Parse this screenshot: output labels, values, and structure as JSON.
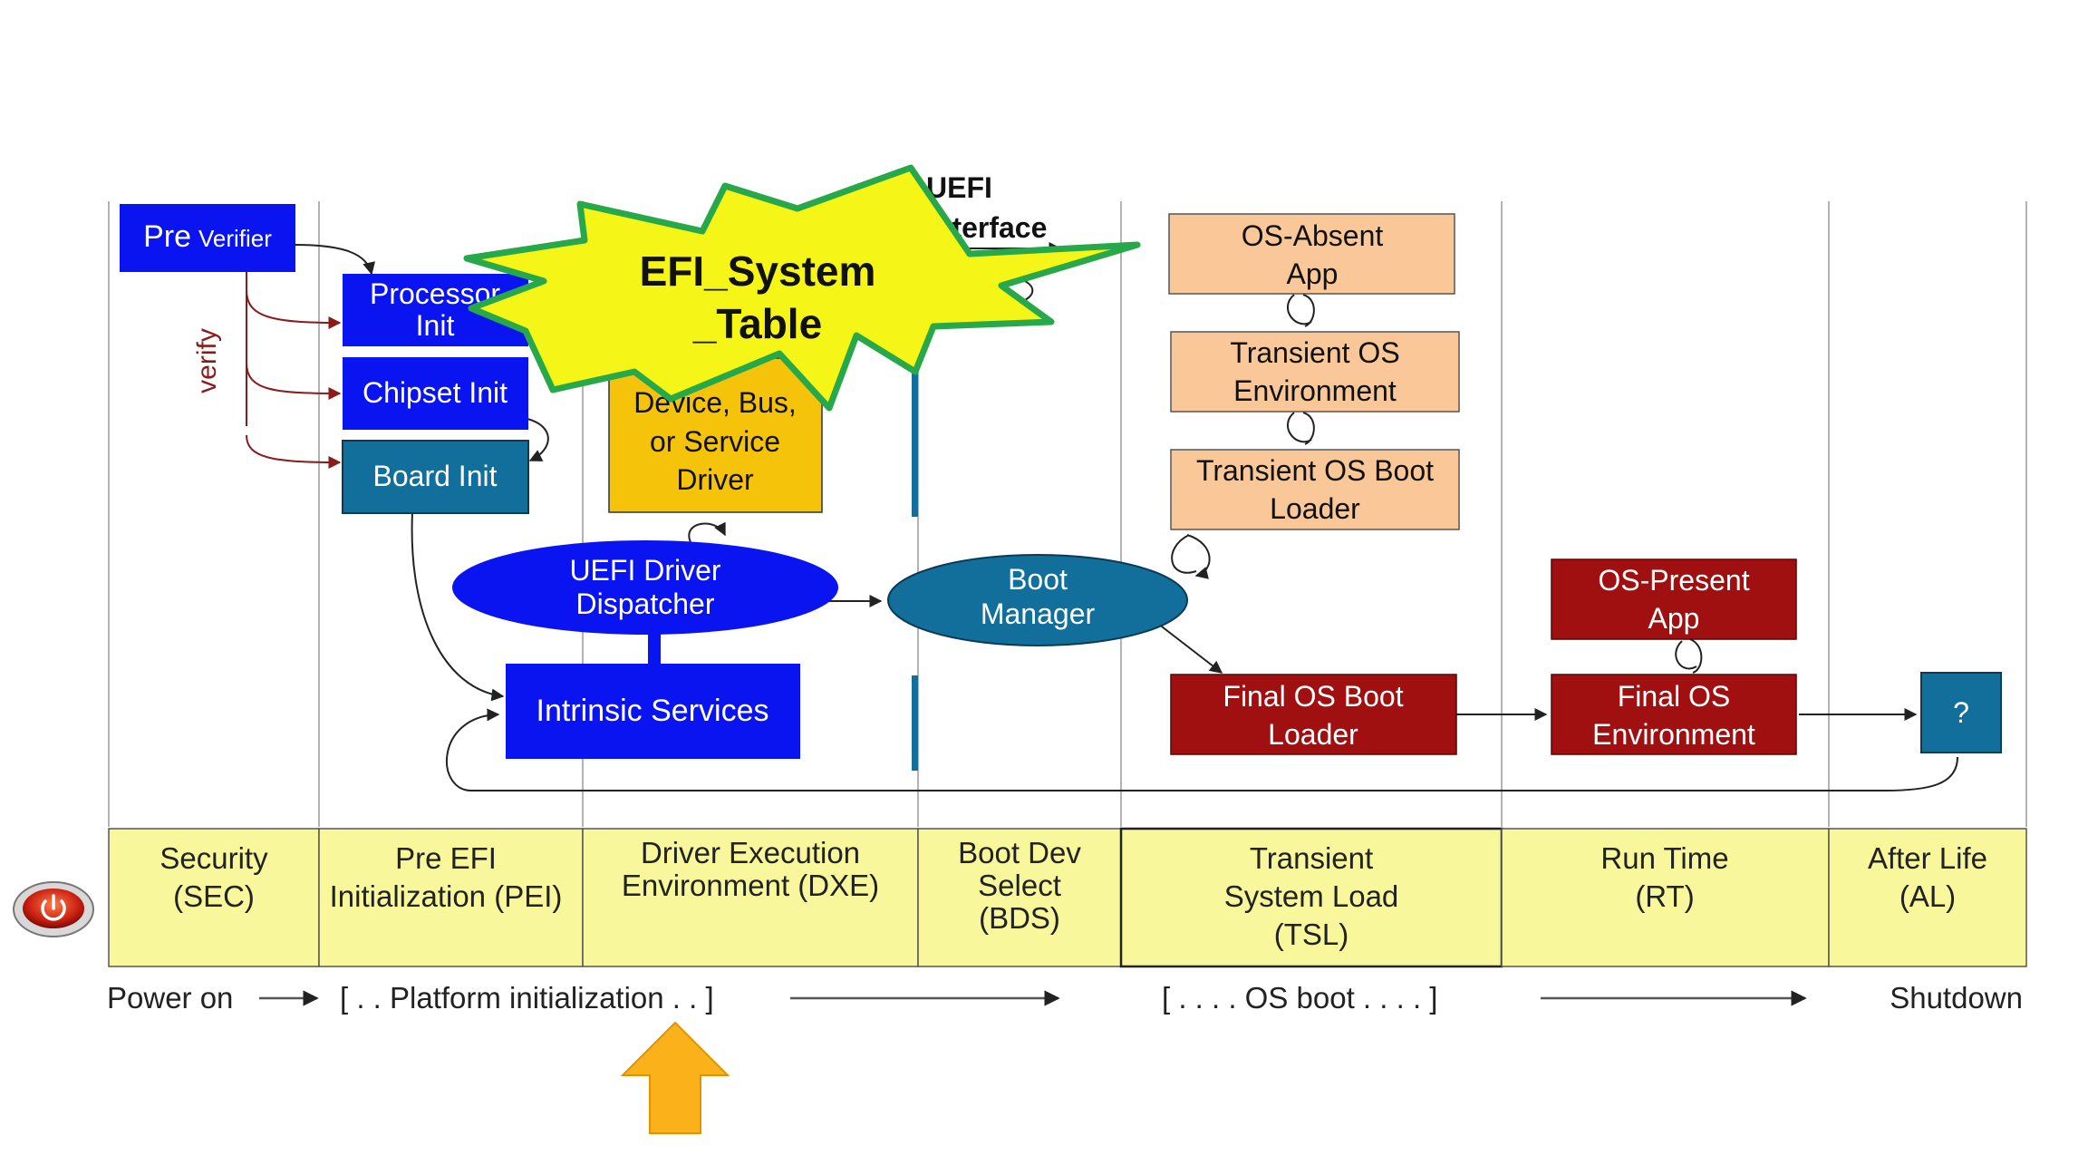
{
  "boxes": {
    "pre_verifier": {
      "big": "Pre",
      "small": "Verifier"
    },
    "verify": "verify",
    "processor_init": [
      "Processor",
      "Init"
    ],
    "chipset_init": "Chipset Init",
    "board_init": "Board Init",
    "device_driver": [
      "Device,  Bus,",
      "or Service",
      "Driver"
    ],
    "uefi_interface": [
      "UEFI",
      "Interface"
    ],
    "os_absent_app": [
      "OS-Absent",
      "App"
    ],
    "transient_os_env": [
      "Transient OS",
      "Environment"
    ],
    "transient_os_boot_loader": [
      "Transient OS Boot",
      "Loader"
    ],
    "uefi_driver_dispatcher": [
      "UEFI Driver",
      "Dispatcher"
    ],
    "boot_manager": [
      "Boot",
      "Manager"
    ],
    "intrinsic_services": "Intrinsic Services",
    "os_present_app": [
      "OS-Present",
      "App"
    ],
    "final_os_boot_loader": [
      "Final OS Boot",
      "Loader"
    ],
    "final_os_env": [
      "Final OS",
      "Environment"
    ],
    "after_life_unknown": "?"
  },
  "starburst": [
    "EFI_System",
    "_Table"
  ],
  "phases": [
    [
      "Security",
      "(SEC)"
    ],
    [
      "Pre EFI",
      "Initialization (PEI)"
    ],
    [
      "Driver Execution",
      "Environment (DXE)"
    ],
    [
      "Boot Dev",
      "Select",
      "(BDS)"
    ],
    [
      "Transient",
      "System Load",
      "(TSL)"
    ],
    [
      "Run Time",
      "(RT)"
    ],
    [
      "After Life",
      "(AL)"
    ]
  ],
  "timeline": {
    "power_on": "Power on",
    "platform_init": "[ . . Platform initialization . . ]",
    "os_boot": "[ . . . . OS boot . . . . ]",
    "shutdown": "Shutdown"
  },
  "colors": {
    "blue": "#0a14f0",
    "teal": "#126e9a",
    "orange": "#f5c30a",
    "peach": "#fac898",
    "dark_red": "#a01010",
    "phase_bg": "#f8f79c",
    "starburst_fill": "#f5f518",
    "starburst_stroke": "#27a84a",
    "up_arrow": "#fbb21a"
  },
  "icons": [
    "power-icon",
    "up-arrow-icon"
  ]
}
